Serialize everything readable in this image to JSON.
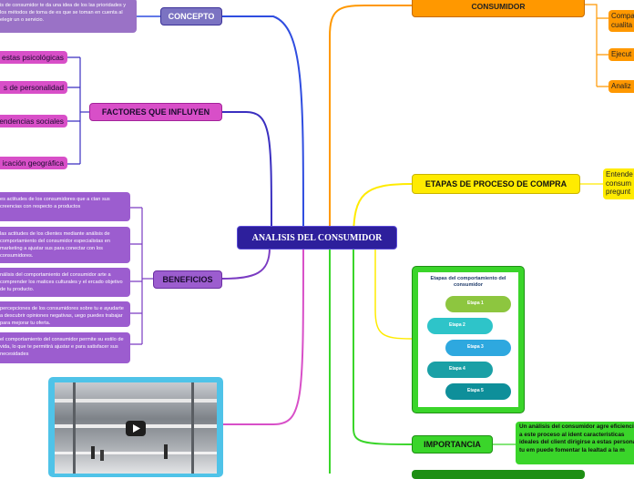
{
  "root": {
    "label": "ANALISIS DEL CONSUMIDOR"
  },
  "concepto": {
    "label": "CONCEPTO",
    "text": "is de consumidor te da una idea de los las prioridades y los métodos de toma de es que se toman en cuenta al elegir un o servicio."
  },
  "factores": {
    "label": "FACTORES QUE INFLUYEN",
    "items": [
      "estas psicológicas",
      "s de personalidad",
      "endencias sociales",
      "icación geográfica"
    ]
  },
  "beneficios": {
    "label": "BENEFICIOS",
    "items": [
      "es actitudes de los consumidores que a ctan sus creencias con respecto a productos",
      "las actitudes de los clientes mediante análisis de comportamiento del consumidor especialistas en marketing a ajustar sus para conectar con los consumidores.",
      "nálisis del comportamiento del consumidor arte a comprender los matices culturales y el ercado objetivo de tu producto.",
      "percepciones de los consumidores sobre tu e ayudarte a descubrir opiniones negativas, uego puedes trabajar para mejorar tu oferta.",
      "el comportamiento del consumidor permite su estilo de vida, lo que te permitirá ajustar e para satisfacer sus necesidades"
    ]
  },
  "como": {
    "label": "CÓMO REALIZAR UN ANÁLISIS DE CONSUMIDOR",
    "items": [
      "Compa cualita",
      "Ejecut",
      "Analiz"
    ]
  },
  "etapas": {
    "label": "ETAPAS DE PROCESO DE COMPRA",
    "note": "Entende consum pregunt"
  },
  "infografia": {
    "title": "Etapas del comportamiento del consumidor",
    "steps": [
      "Etapa 1",
      "Etapa 2",
      "Etapa 3",
      "Etapa 4",
      "Etapa 5"
    ]
  },
  "importancia": {
    "label": "IMPORTANCIA",
    "text": "Un análisis del consumidor agre eficiencia a este proceso al ident características ideales del client dirigirse a estas personas, tu em puede fomentar la lealtad a la m"
  },
  "video": {
    "label": "play-video"
  },
  "colors": {
    "blue": "#2a2ac8",
    "pink": "#d84fc8",
    "purple": "#9c5dcf",
    "orange": "#ff9800",
    "yellow": "#ffeb00",
    "green": "#3ad52a"
  }
}
